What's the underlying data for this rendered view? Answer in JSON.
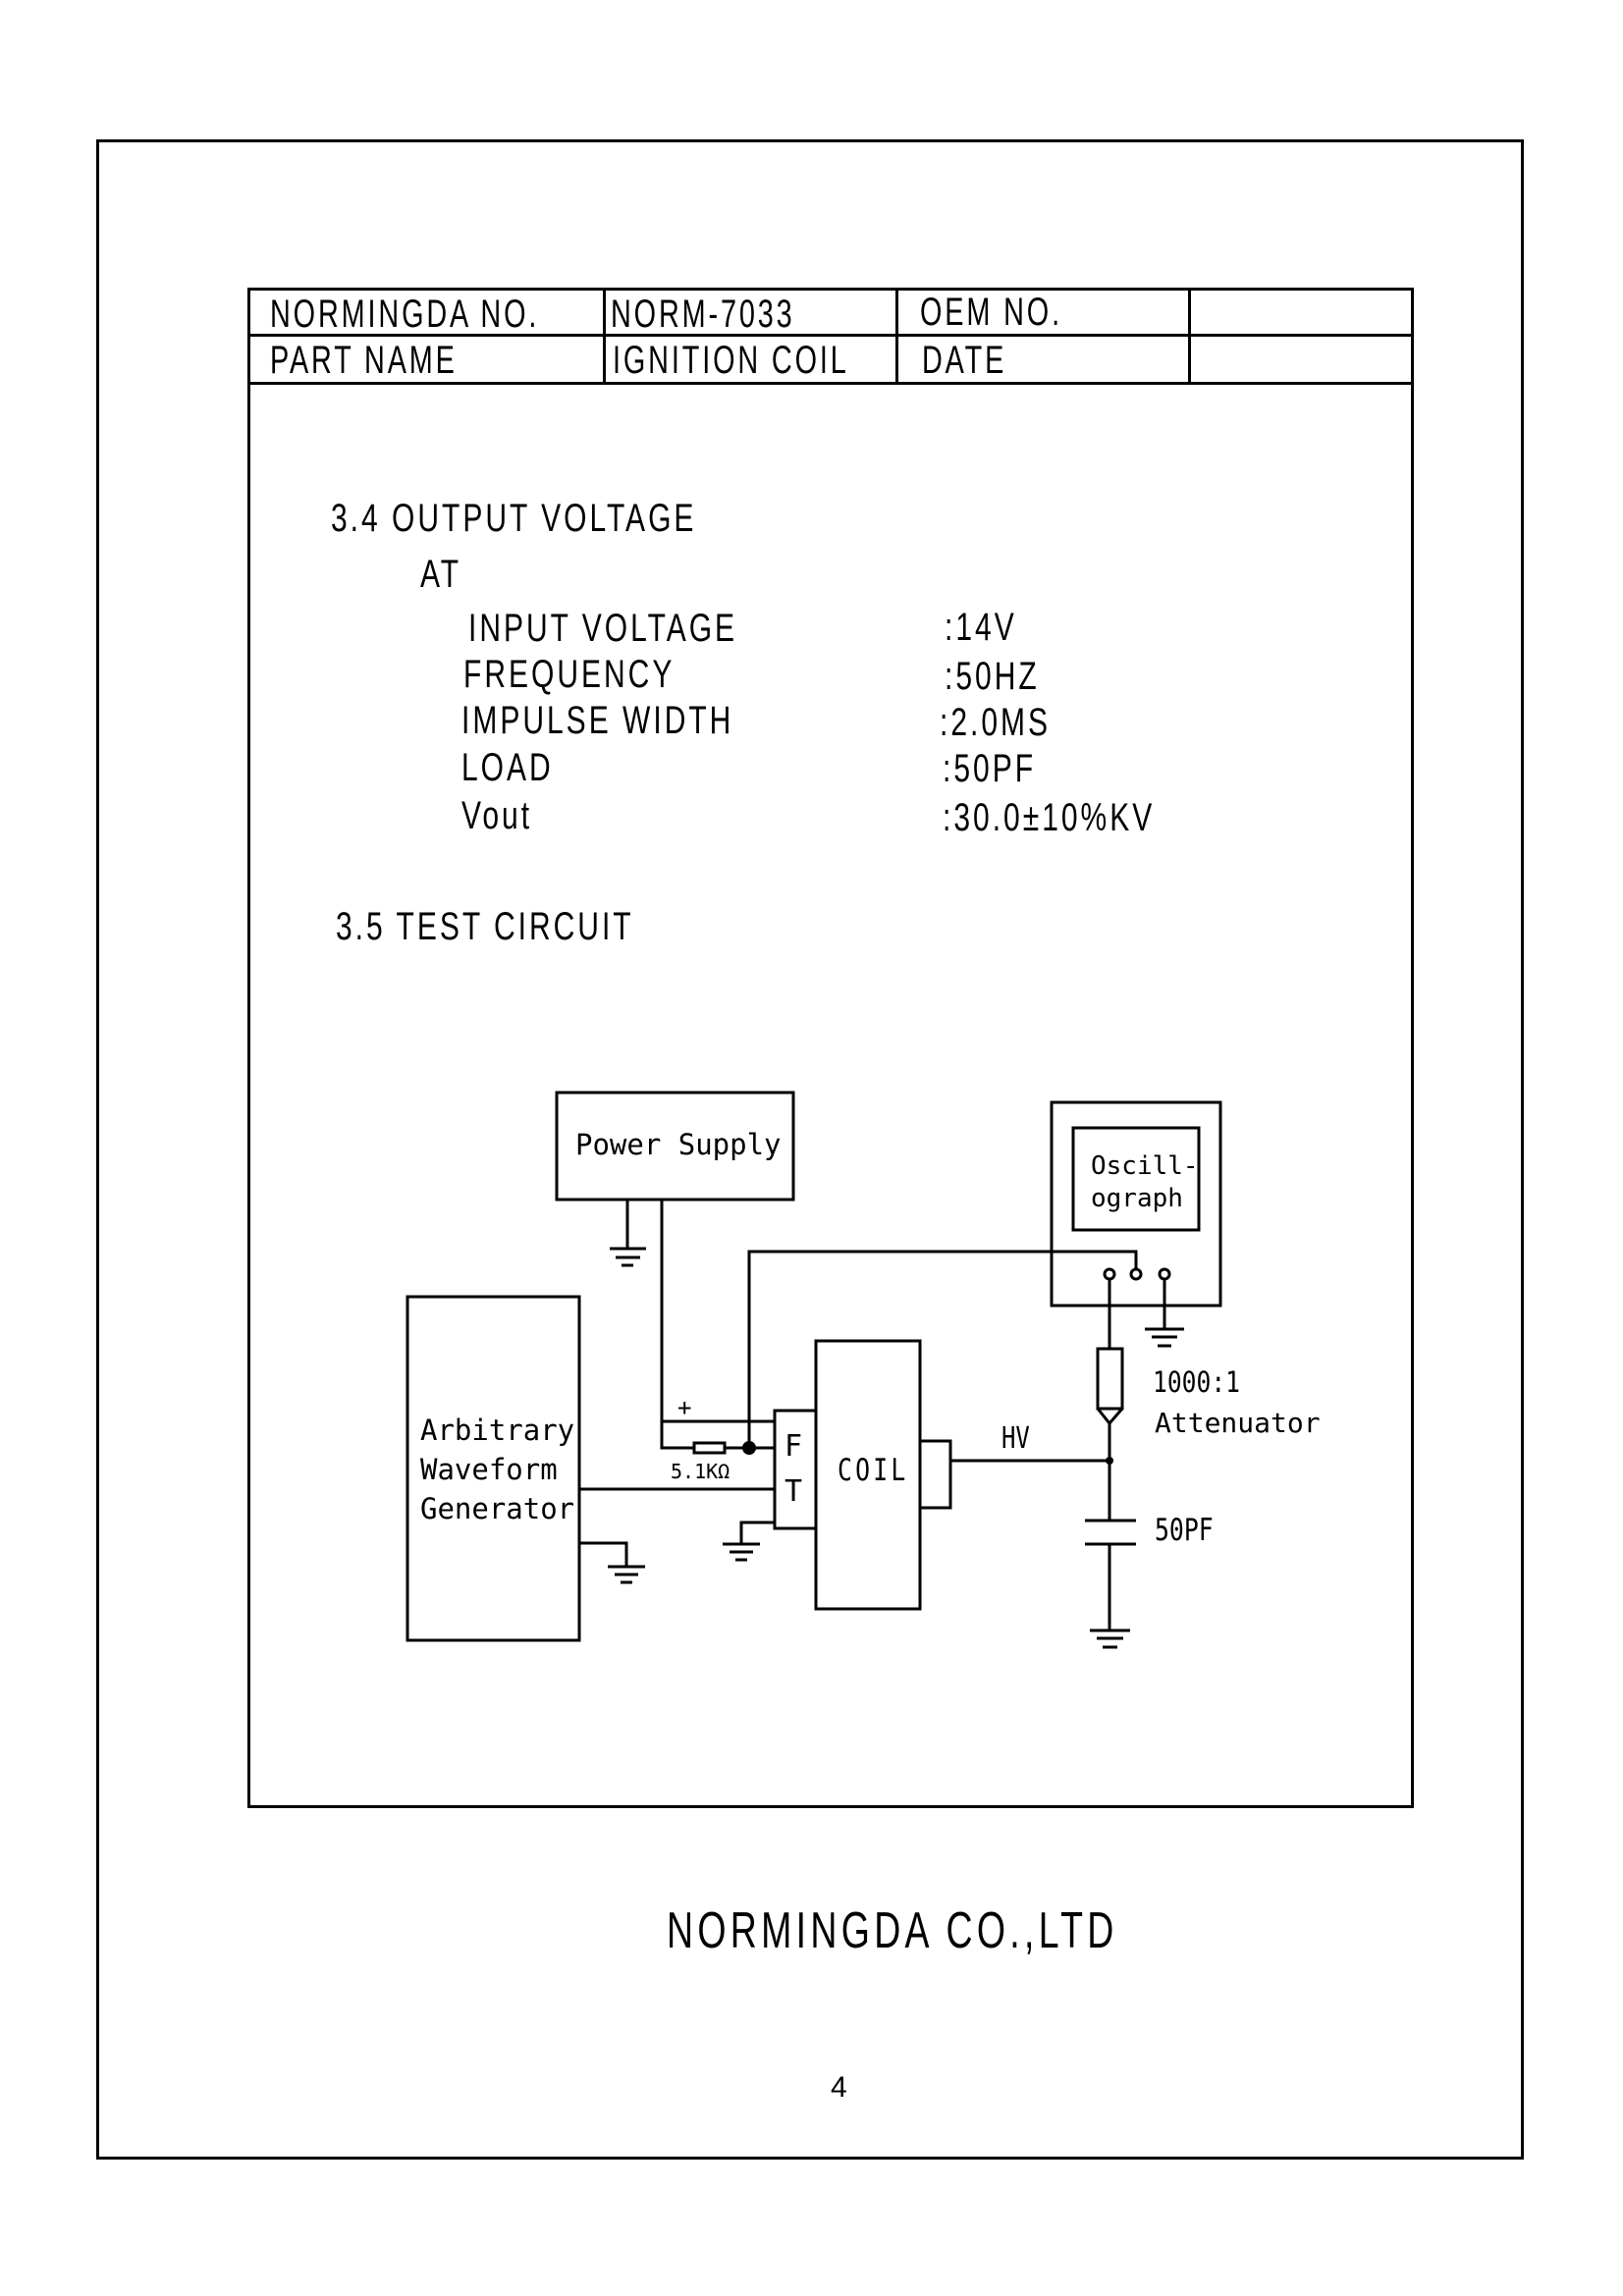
{
  "header_table": {
    "rows": [
      [
        "NORMINGDA NO.",
        "NORM-7033",
        "OEM NO.",
        ""
      ],
      [
        "PART NAME",
        "IGNITION COIL",
        "DATE",
        ""
      ]
    ]
  },
  "section_3_4": {
    "heading": "3.4 OUTPUT VOLTAGE",
    "subheading": "AT",
    "specs": [
      {
        "label": "INPUT VOLTAGE",
        "value": ":14V"
      },
      {
        "label": "FREQUENCY",
        "value": ":50HZ"
      },
      {
        "label": "IMPULSE WIDTH",
        "value": ":2.0MS"
      },
      {
        "label": "LOAD",
        "value": ":50PF"
      },
      {
        "label": "Vout",
        "value": ":30.0±10%KV"
      }
    ]
  },
  "section_3_5": {
    "heading": "3.5 TEST CIRCUIT"
  },
  "circuit": {
    "power_supply": "Power Supply",
    "plus_sign": "+",
    "resistor": "5.1KΩ",
    "awg_lines": [
      "Arbitrary",
      "Waveform",
      "Generator"
    ],
    "ft_top": "F",
    "ft_bottom": "T",
    "coil": "COIL",
    "hv": "HV",
    "oscillograph_lines": [
      "Oscill-",
      "ograph"
    ],
    "attenuator_ratio": "1000:1",
    "attenuator_label": "Attenuator",
    "capacitor": "50PF"
  },
  "footer": {
    "company": "NORMINGDA CO.,LTD",
    "page_number": "4"
  }
}
